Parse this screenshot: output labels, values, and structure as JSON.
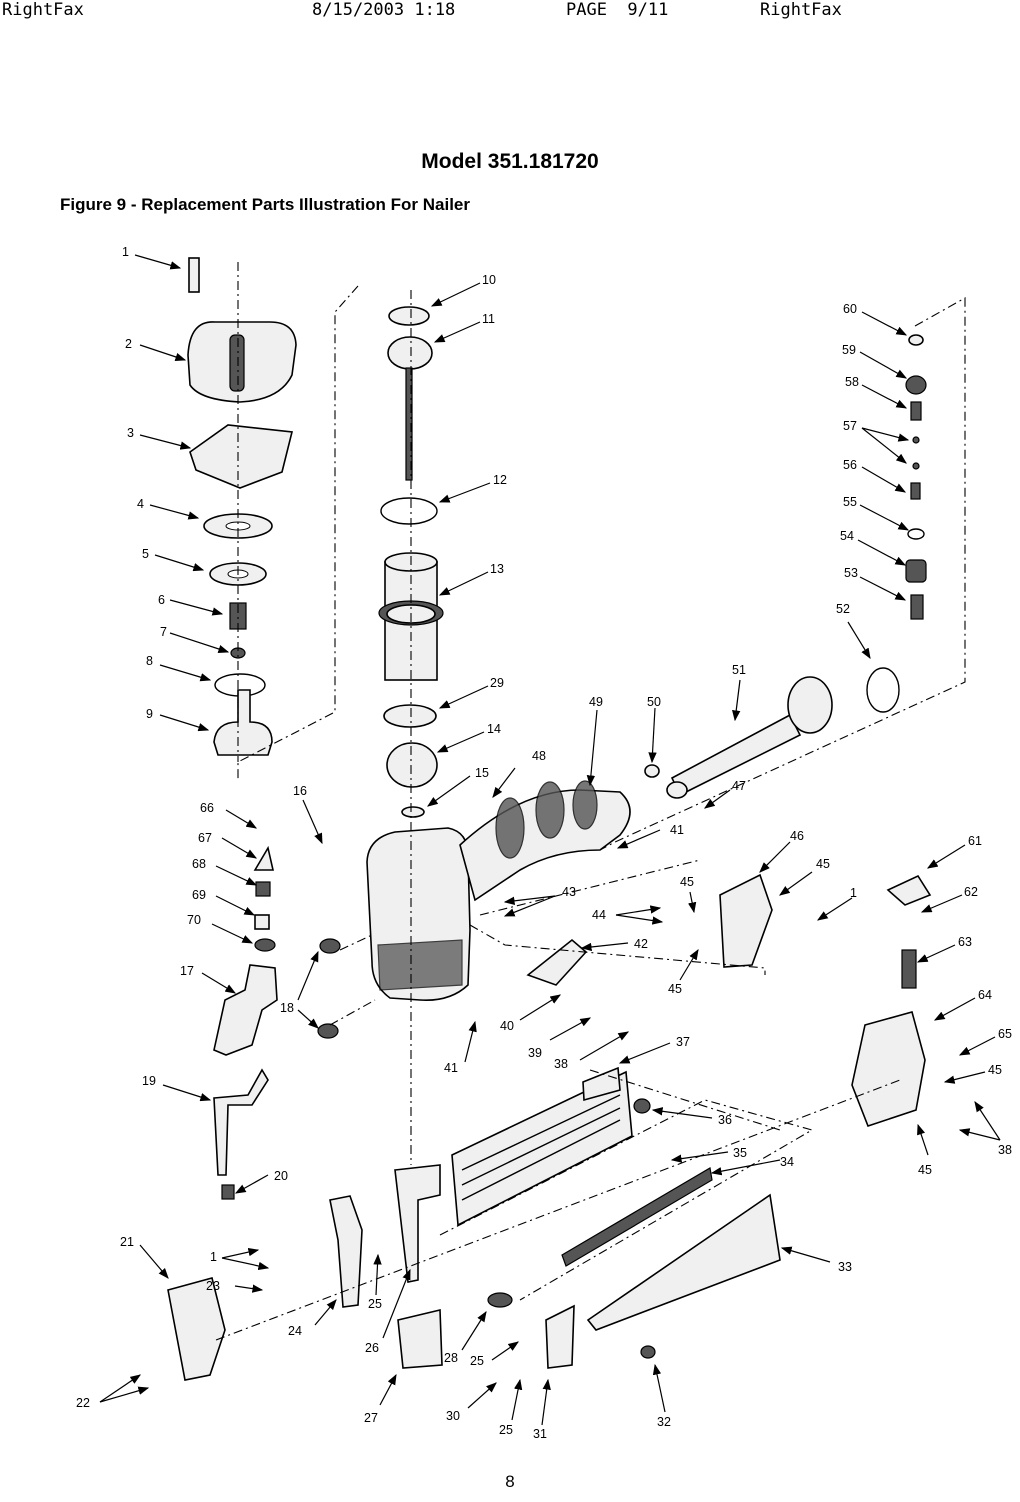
{
  "fax_header": {
    "left": "RightFax",
    "datetime": "8/15/2003 1:18",
    "page": "PAGE  9/11",
    "right": "RightFax"
  },
  "title": "Model 351.181720",
  "subtitle": "Figure 9 - Replacement Parts Illustration For Nailer",
  "page_number": "8",
  "callouts": [
    "1",
    "2",
    "3",
    "4",
    "5",
    "6",
    "7",
    "8",
    "9",
    "10",
    "11",
    "12",
    "13",
    "29",
    "14",
    "15",
    "16",
    "48",
    "49",
    "50",
    "51",
    "52",
    "53",
    "54",
    "55",
    "56",
    "57",
    "58",
    "59",
    "60",
    "66",
    "67",
    "68",
    "69",
    "70",
    "17",
    "18",
    "19",
    "20",
    "21",
    "1",
    "23",
    "22",
    "24",
    "25",
    "26",
    "27",
    "28",
    "25",
    "30",
    "25",
    "31",
    "32",
    "33",
    "34",
    "35",
    "36",
    "37",
    "38",
    "39",
    "40",
    "41",
    "41",
    "42",
    "43",
    "44",
    "45",
    "45",
    "45",
    "46",
    "47",
    "1",
    "61",
    "62",
    "63",
    "64",
    "65",
    "45",
    "38",
    "45"
  ]
}
